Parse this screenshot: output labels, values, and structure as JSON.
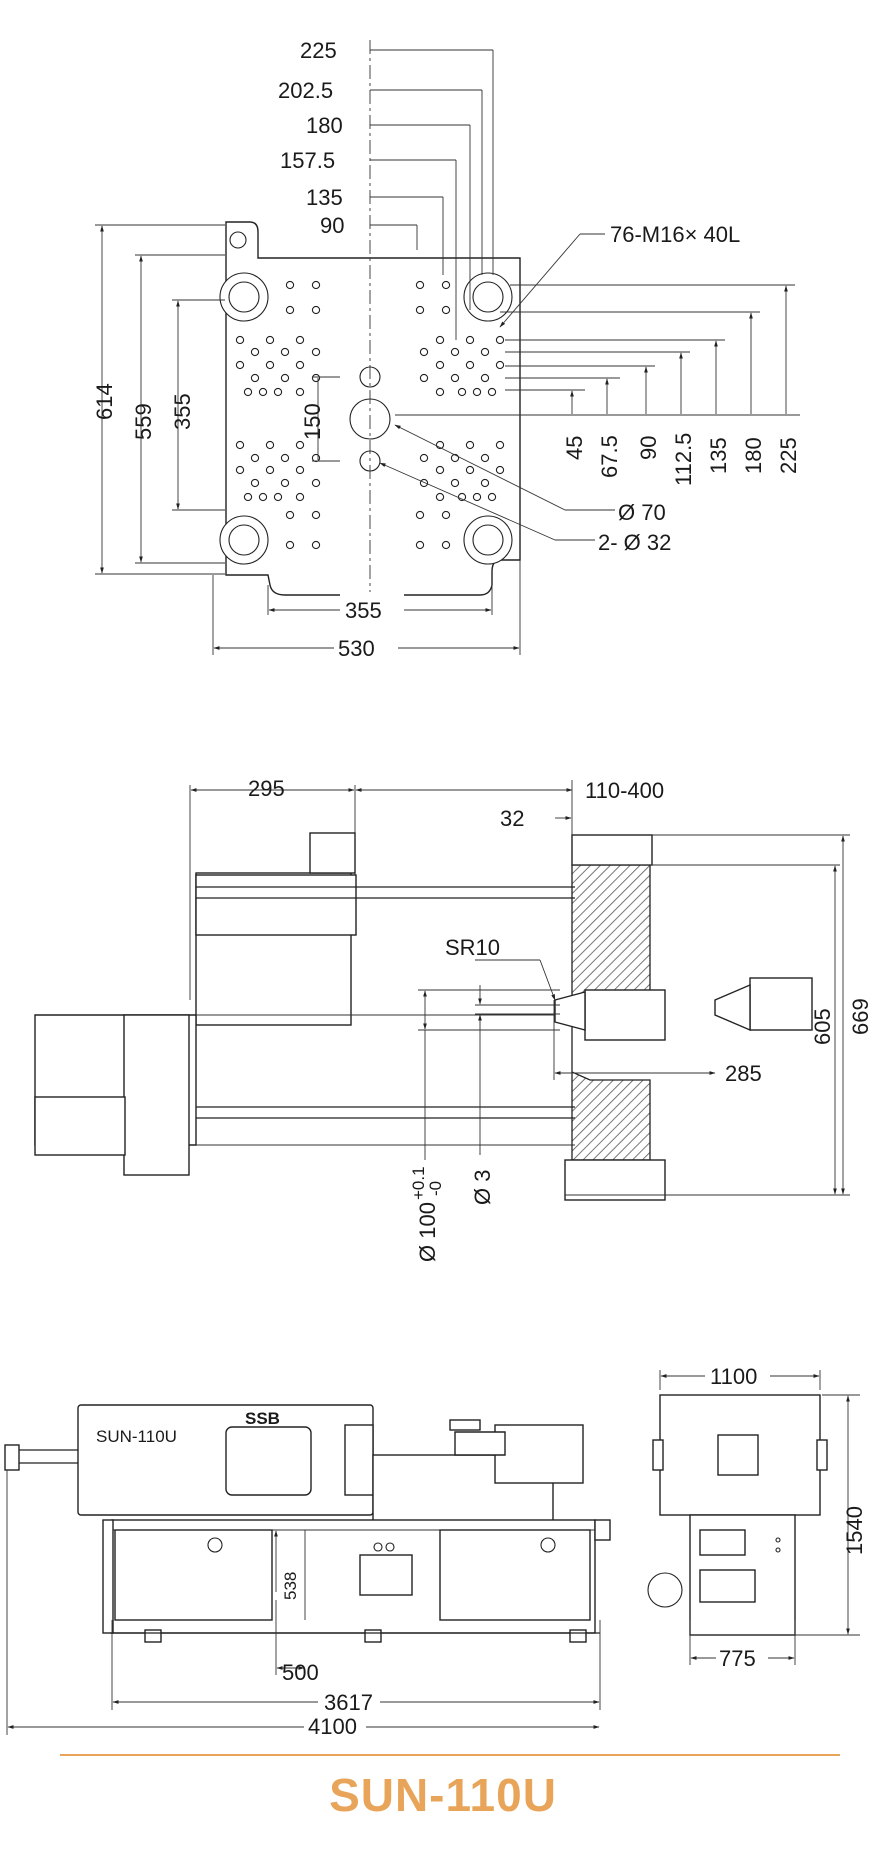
{
  "colors": {
    "accent": "#e8a55a",
    "line": "#222222"
  },
  "platen_view": {
    "vertical_offsets_left": [
      "225",
      "202.5",
      "180",
      "157.5",
      "135",
      "90"
    ],
    "thread_callout": "76-M16× 40L",
    "height_labels": [
      "614",
      "559",
      "355",
      "150"
    ],
    "right_offsets": [
      "45",
      "67.5",
      "90",
      "112.5",
      "135",
      "180",
      "225"
    ],
    "center_hole": "Ø 70",
    "side_holes": "2- Ø 32",
    "bottom_width_inner": "355",
    "bottom_width_outer": "530"
  },
  "side_view": {
    "len_295": "295",
    "open_stroke": "110-400",
    "plate_32": "32",
    "sphere_radius": "SR10",
    "nozzle_285": "285",
    "height_605": "605",
    "height_669": "669",
    "ring_dia": "Ø 100",
    "ring_tol_plus": "+0.1",
    "ring_tol_minus": "-0",
    "nozzle_hole": "Ø 3"
  },
  "machine_view": {
    "model_plate": "SUN-110U",
    "brand": "SSB",
    "height_538": "538",
    "width_500": "500",
    "length_3617": "3617",
    "length_4100": "4100",
    "width_1100": "1100",
    "height_1540": "1540",
    "width_775": "775"
  },
  "title": "SUN-110U"
}
